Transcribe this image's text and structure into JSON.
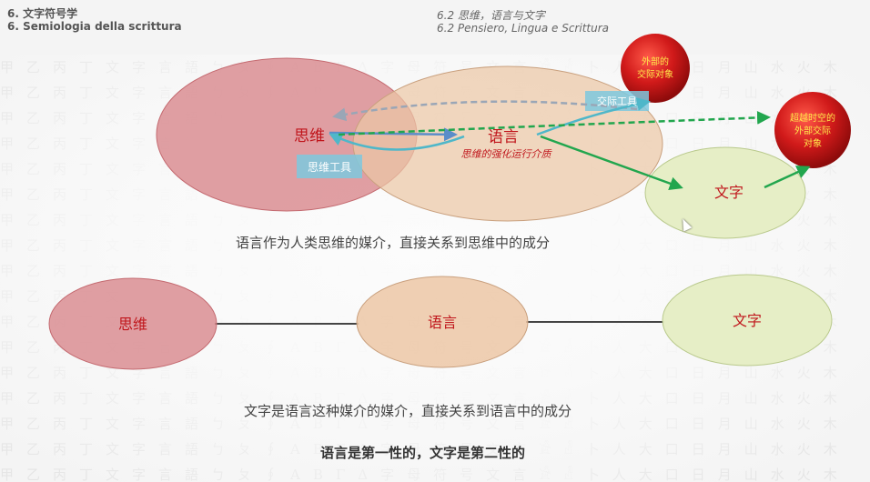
{
  "header": {
    "left_line1": "6. 文字符号学",
    "left_line2": "6. Semiologia della scrittura",
    "right_line1": "6.2 思维，语言与文字",
    "right_line2": "6.2 Pensiero, Lingua e Scrittura"
  },
  "top_diagram": {
    "thought": "思维",
    "language": "语言",
    "writing": "文字",
    "thinking_tool": "思维工具",
    "communication_tool": "交际工具",
    "medium_note": "思维的强化运行介质",
    "external_object_line1": "外部的",
    "external_object_line2": "交际对象",
    "beyond_object_line1": "超越时空的",
    "beyond_object_line2": "外部交际",
    "beyond_object_line3": "对象"
  },
  "caption_top": "语言作为人类思维的媒介，直接关系到思维中的成分",
  "chain": {
    "thought": "思维",
    "language": "语言",
    "writing": "文字"
  },
  "caption_bottom": "文字是语言这种媒介的媒介，直接关系到语言中的成分",
  "conclusion": "语言是第一性的，文字是第二性的",
  "colors": {
    "thought_fill": "#d98a8f",
    "language_fill": "#ecc7a6",
    "writing_fill": "#e5edc3",
    "label_red": "#c0161c",
    "green_arrow": "#22a64e",
    "blue_arrow": "#5b8dc9",
    "tool_box": "#7ec8de",
    "red_circle": "#d11a1a"
  },
  "background_glyphs": "甲乙丙丁文字言語ㄅㄆ∮ΑΒΓΔ字母符号文言𓀀𓁐卜人大口日月山水火木"
}
